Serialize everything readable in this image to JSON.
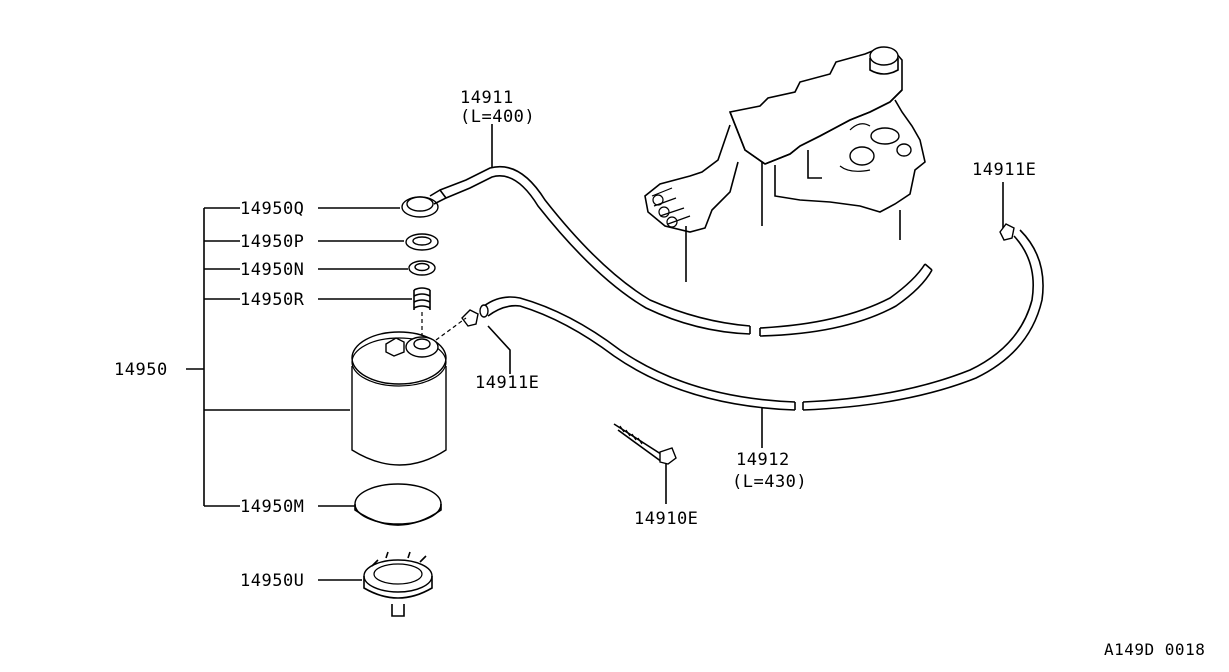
{
  "labels": {
    "canister": "14950",
    "cap_q": "14950Q",
    "seal_p": "14950P",
    "ring_n": "14950N",
    "spring_r": "14950R",
    "filter_m": "14950M",
    "base_u": "14950U",
    "hose_upper": "14911",
    "hose_upper_len": "(L=400)",
    "clamp_mid": "14911E",
    "clamp_right": "14911E",
    "hose_lower": "14912",
    "hose_lower_len": "(L=430)",
    "bolt": "14910E",
    "diagram_code": "A149D 0018"
  }
}
